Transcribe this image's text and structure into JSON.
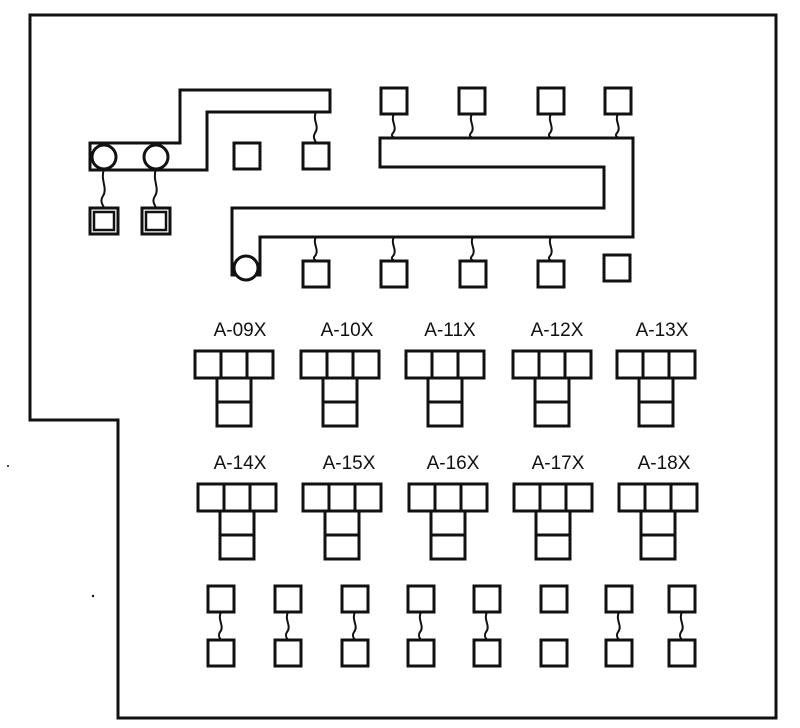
{
  "connector_labels": {
    "a09": "A-09X",
    "a10": "A-10X",
    "a11": "A-11X",
    "a12": "A-12X",
    "a13": "A-13X",
    "a14": "A-14X",
    "a15": "A-15X",
    "a16": "A-16X",
    "a17": "A-17X",
    "a18": "A-18X"
  }
}
